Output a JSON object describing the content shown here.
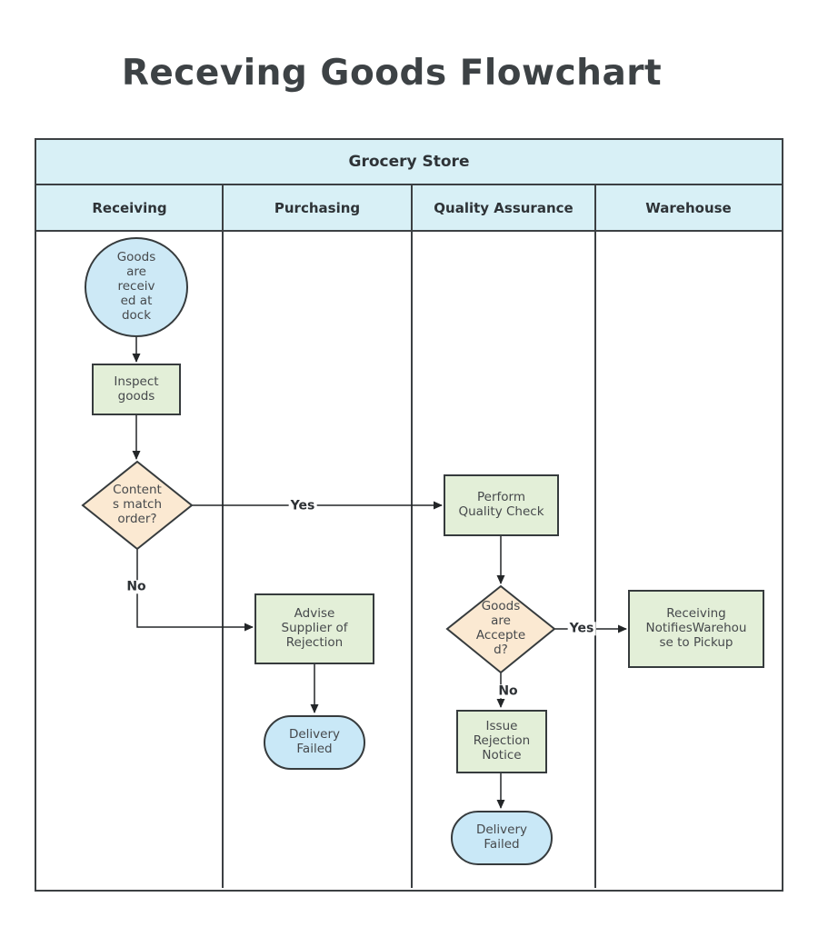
{
  "title": "Receving Goods Flowchart",
  "pool": {
    "title": "Grocery Store",
    "lanes": [
      {
        "label": "Receiving"
      },
      {
        "label": "Purchasing"
      },
      {
        "label": "Quality Assurance"
      },
      {
        "label": "Warehouse"
      }
    ]
  },
  "nodes": {
    "goods_received": {
      "type": "start",
      "lane": "Receiving",
      "label": "Goods\nare\nreceiv\ned at\ndock"
    },
    "inspect_goods": {
      "type": "process",
      "lane": "Receiving",
      "label": "Inspect\ngoods"
    },
    "contents_match": {
      "type": "decision",
      "lane": "Receiving",
      "label": "Content\ns match\norder?"
    },
    "perform_quality_check": {
      "type": "process",
      "lane": "Quality Assurance",
      "label": "Perform\nQuality Check"
    },
    "advise_supplier": {
      "type": "process",
      "lane": "Purchasing",
      "label": "Advise\nSupplier of\nRejection"
    },
    "delivery_failed_purchasing": {
      "type": "terminator",
      "lane": "Purchasing",
      "label": "Delivery\nFailed"
    },
    "goods_accepted": {
      "type": "decision",
      "lane": "Quality Assurance",
      "label": "Goods\nare\nAccepte\nd?"
    },
    "receiving_notifies_warehouse": {
      "type": "process",
      "lane": "Warehouse",
      "label": "Receiving\nNotifiesWarehou\nse to Pickup"
    },
    "issue_rejection_notice": {
      "type": "process",
      "lane": "Quality Assurance",
      "label": "Issue\nRejection\nNotice"
    },
    "delivery_failed_qa": {
      "type": "terminator",
      "lane": "Quality Assurance",
      "label": "Delivery\nFailed"
    }
  },
  "edge_labels": {
    "contents_match_yes": "Yes",
    "contents_match_no": "No",
    "goods_accepted_yes": "Yes",
    "goods_accepted_no": "No"
  },
  "colors": {
    "lane_fill": "#d8f0f6",
    "process_fill": "#e3efd8",
    "decision_fill": "#fbe9d2",
    "terminator_fill": "#c9e8f7",
    "border": "#3c4043",
    "text": "#46494c"
  }
}
